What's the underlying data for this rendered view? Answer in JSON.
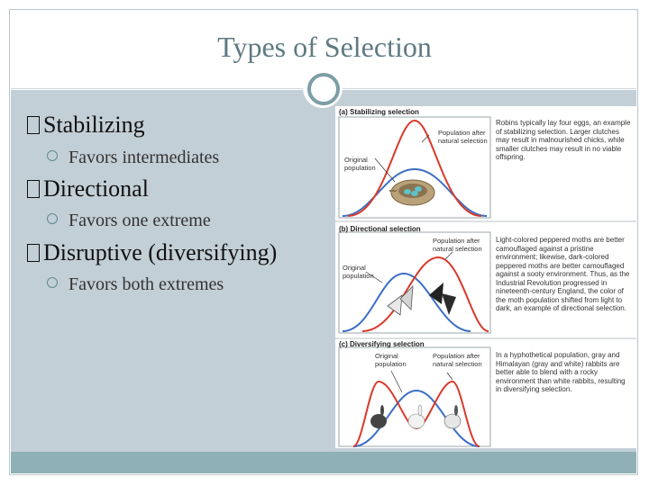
{
  "slide": {
    "title": "Types of Selection"
  },
  "bullets": [
    {
      "level1": "Stabilizing",
      "level2": "Favors intermediates"
    },
    {
      "level1": "Directional",
      "level2": "Favors one extreme"
    },
    {
      "level1": "Disruptive (diversifying)",
      "level2": "Favors both extremes"
    }
  ],
  "figure": {
    "panels": [
      {
        "label": "(a) Stabilizing selection",
        "annotations": [
          "Original population",
          "Population after natural selection"
        ],
        "caption": "Robins typically lay four eggs, an example of stabilizing selection. Larger clutches may result in malnourished chicks, while smaller clutches may result in no viable offspring."
      },
      {
        "label": "(b) Directional selection",
        "annotations": [
          "Original population",
          "Population after natural selection"
        ],
        "caption": "Light-colored peppered moths are better camouflaged against a pristine environment; likewise, dark-colored peppered moths are better camouflaged against a sooty environment. Thus, as the Industrial Revolution progressed in nineteenth-century England, the color of the moth population shifted from light to dark, an example of directional selection."
      },
      {
        "label": "(c) Diversifying selection",
        "annotations": [
          "Original population",
          "Population after natural selection"
        ],
        "caption": "In a hyphothetical population, gray and Himalayan (gray and white) rabbits are better able to blend with a rocky environment than white rabbits, resulting in diversifying selection."
      }
    ],
    "colors": {
      "original": "#3b6fc4",
      "after": "#d93a2b"
    }
  }
}
